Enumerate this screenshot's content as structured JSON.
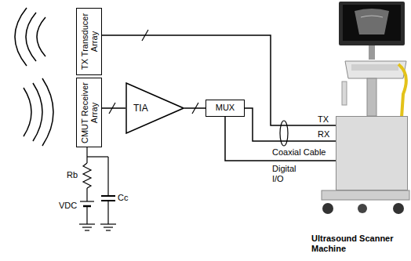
{
  "diagram": {
    "nodes": [
      {
        "text": [
          "TX Transducer Array"
        ]
      },
      {
        "text": [
          "CMUT Receiver Array"
        ]
      },
      {
        "text": [
          "TIA"
        ]
      },
      {
        "text": [
          "MUX"
        ]
      },
      {
        "text": [
          "Ultrasound Scanner Machine"
        ]
      }
    ],
    "edges": [
      {
        "from": 0,
        "to": 4,
        "arrow": "none",
        "label": "TX"
      },
      {
        "from": 1,
        "to": 2,
        "arrow": "none"
      },
      {
        "from": 2,
        "to": 3,
        "arrow": "none"
      },
      {
        "from": 3,
        "to": 4,
        "arrow": "none",
        "label": "RX"
      },
      {
        "from": 3,
        "to": 4,
        "arrow": "none",
        "label": "Digital I/O"
      }
    ],
    "labels": [
      "Coaxial Cable",
      "Rb",
      "VDC",
      "Cc"
    ]
  }
}
